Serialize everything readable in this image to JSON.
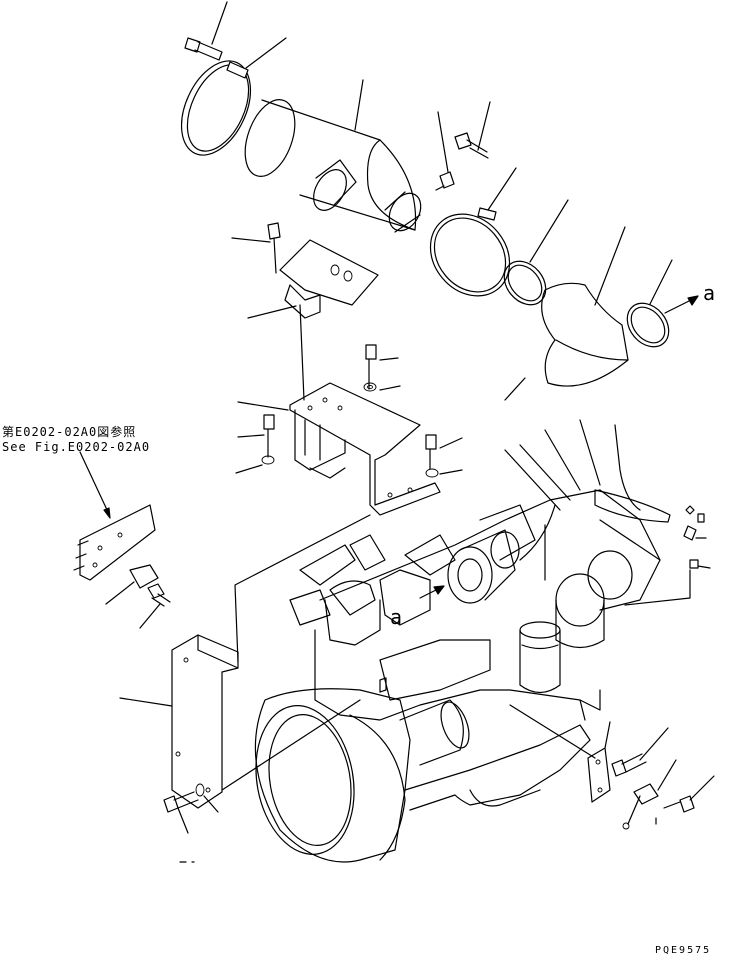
{
  "reference_note": {
    "japanese": "第E0202-02A0図参照",
    "english": "See Fig.E0202-02A0"
  },
  "labels": {
    "arrow_a_top": "a",
    "arrow_a_mid": "a"
  },
  "drawing_code": "PQE9575"
}
